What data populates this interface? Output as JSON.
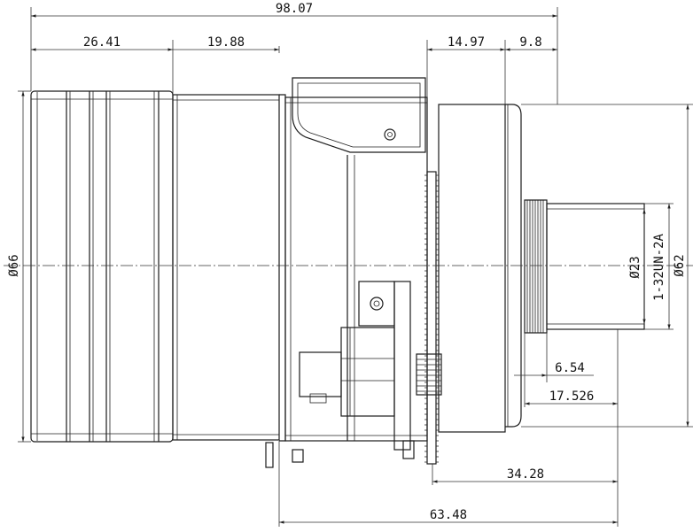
{
  "dimensions": {
    "overall_length": "98.07",
    "front_segment": "26.41",
    "second_segment": "19.88",
    "rear_offset": "14.97",
    "flange_depth": "9.8",
    "front_diameter": "Ø66",
    "rear_diameter": "Ø62",
    "mount_diameter": "Ø23",
    "thread_spec": "1-32UN-2A",
    "thread_length": "6.54",
    "back_focal": "17.526",
    "gear_to_rear": "34.28",
    "bracket_to_rear": "63.48"
  },
  "colors": {
    "line": "#1c1c1c",
    "background": "#ffffff"
  }
}
